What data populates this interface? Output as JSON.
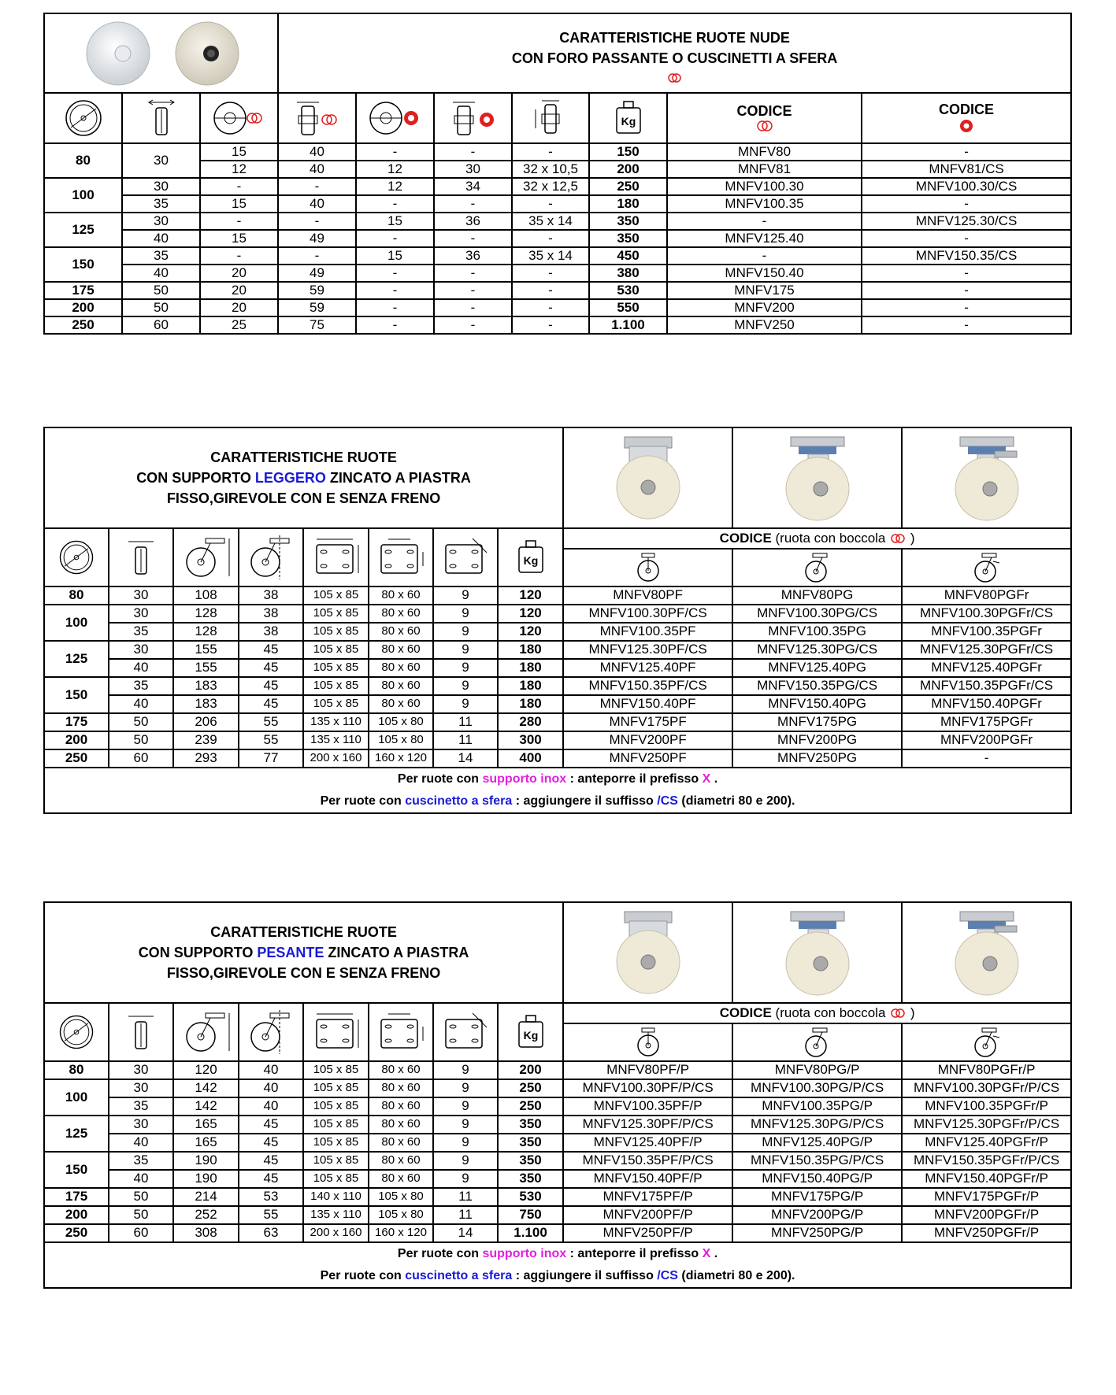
{
  "table1": {
    "title_line1": "CARATTERISTICHE RUOTE NUDE",
    "title_line2": "CON FORO PASSANTE  O CUSCINETTI A SFERA",
    "codice1": "CODICE",
    "codice2": "CODICE",
    "rows": [
      {
        "d": "80",
        "w": "30",
        "c1": "15",
        "c2": "40",
        "c3": "-",
        "c4": "-",
        "c5": "-",
        "kg": "150",
        "code1": "MNFV80",
        "code2": "-"
      },
      {
        "d": "",
        "w": "",
        "c1": "12",
        "c2": "40",
        "c3": "12",
        "c4": "30",
        "c5": "32 x 10,5",
        "kg": "200",
        "code1": "MNFV81",
        "code2": "MNFV81/CS"
      },
      {
        "d": "100",
        "w": "30",
        "c1": "-",
        "c2": "-",
        "c3": "12",
        "c4": "34",
        "c5": "32 x 12,5",
        "kg": "250",
        "code1": "MNFV100.30",
        "code2": "MNFV100.30/CS"
      },
      {
        "d": "",
        "w": "35",
        "c1": "15",
        "c2": "40",
        "c3": "-",
        "c4": "-",
        "c5": "-",
        "kg": "180",
        "code1": "MNFV100.35",
        "code2": "-"
      },
      {
        "d": "125",
        "w": "30",
        "c1": "-",
        "c2": "-",
        "c3": "15",
        "c4": "36",
        "c5": "35 x 14",
        "kg": "350",
        "code1": "-",
        "code2": "MNFV125.30/CS"
      },
      {
        "d": "",
        "w": "40",
        "c1": "15",
        "c2": "49",
        "c3": "-",
        "c4": "-",
        "c5": "-",
        "kg": "350",
        "code1": "MNFV125.40",
        "code2": "-"
      },
      {
        "d": "150",
        "w": "35",
        "c1": "-",
        "c2": "-",
        "c3": "15",
        "c4": "36",
        "c5": "35 x 14",
        "kg": "450",
        "code1": "-",
        "code2": "MNFV150.35/CS"
      },
      {
        "d": "",
        "w": "40",
        "c1": "20",
        "c2": "49",
        "c3": "-",
        "c4": "-",
        "c5": "-",
        "kg": "380",
        "code1": "MNFV150.40",
        "code2": "-"
      },
      {
        "d": "175",
        "w": "50",
        "c1": "20",
        "c2": "59",
        "c3": "-",
        "c4": "-",
        "c5": "-",
        "kg": "530",
        "code1": "MNFV175",
        "code2": "-"
      },
      {
        "d": "200",
        "w": "50",
        "c1": "20",
        "c2": "59",
        "c3": "-",
        "c4": "-",
        "c5": "-",
        "kg": "550",
        "code1": "MNFV200",
        "code2": "-"
      },
      {
        "d": "250",
        "w": "60",
        "c1": "25",
        "c2": "75",
        "c3": "-",
        "c4": "-",
        "c5": "-",
        "kg": "1.100",
        "code1": "MNFV250",
        "code2": "-"
      }
    ]
  },
  "table2": {
    "title_line1": "CARATTERISTICHE RUOTE",
    "title_line2_a": "CON SUPPORTO  ",
    "title_line2_b": "LEGGERO",
    "title_line2_c": " ZINCATO A PIASTRA",
    "title_line3": "FISSO,GIREVOLE CON E SENZA FRENO",
    "codice_label": "CODICE",
    "codice_note": " (ruota con boccola ",
    "codice_close": " )",
    "rows": [
      {
        "d": "80",
        "w": "30",
        "h": "108",
        "o": "38",
        "p": "105 x 85",
        "f": "80 x 60",
        "s": "9",
        "kg": "120",
        "c1": "MNFV80PF",
        "c2": "MNFV80PG",
        "c3": "MNFV80PGFr"
      },
      {
        "d": "100",
        "w": "30",
        "h": "128",
        "o": "38",
        "p": "105 x 85",
        "f": "80 x 60",
        "s": "9",
        "kg": "120",
        "c1": "MNFV100.30PF/CS",
        "c2": "MNFV100.30PG/CS",
        "c3": "MNFV100.30PGFr/CS"
      },
      {
        "d": "",
        "w": "35",
        "h": "128",
        "o": "38",
        "p": "105 x 85",
        "f": "80 x 60",
        "s": "9",
        "kg": "120",
        "c1": "MNFV100.35PF",
        "c2": "MNFV100.35PG",
        "c3": "MNFV100.35PGFr"
      },
      {
        "d": "125",
        "w": "30",
        "h": "155",
        "o": "45",
        "p": "105 x 85",
        "f": "80 x 60",
        "s": "9",
        "kg": "180",
        "c1": "MNFV125.30PF/CS",
        "c2": "MNFV125.30PG/CS",
        "c3": "MNFV125.30PGFr/CS"
      },
      {
        "d": "",
        "w": "40",
        "h": "155",
        "o": "45",
        "p": "105 x 85",
        "f": "80 x 60",
        "s": "9",
        "kg": "180",
        "c1": "MNFV125.40PF",
        "c2": "MNFV125.40PG",
        "c3": "MNFV125.40PGFr"
      },
      {
        "d": "150",
        "w": "35",
        "h": "183",
        "o": "45",
        "p": "105 x 85",
        "f": "80 x 60",
        "s": "9",
        "kg": "180",
        "c1": "MNFV150.35PF/CS",
        "c2": "MNFV150.35PG/CS",
        "c3": "MNFV150.35PGFr/CS"
      },
      {
        "d": "",
        "w": "40",
        "h": "183",
        "o": "45",
        "p": "105 x 85",
        "f": "80 x 60",
        "s": "9",
        "kg": "180",
        "c1": "MNFV150.40PF",
        "c2": "MNFV150.40PG",
        "c3": "MNFV150.40PGFr"
      },
      {
        "d": "175",
        "w": "50",
        "h": "206",
        "o": "55",
        "p": "135 x 110",
        "f": "105 x 80",
        "s": "11",
        "kg": "280",
        "c1": "MNFV175PF",
        "c2": "MNFV175PG",
        "c3": "MNFV175PGFr"
      },
      {
        "d": "200",
        "w": "50",
        "h": "239",
        "o": "55",
        "p": "135 x 110",
        "f": "105 x 80",
        "s": "11",
        "kg": "300",
        "c1": "MNFV200PF",
        "c2": "MNFV200PG",
        "c3": "MNFV200PGFr"
      },
      {
        "d": "250",
        "w": "60",
        "h": "293",
        "o": "77",
        "p": "200 x 160",
        "f": "160 x 120",
        "s": "14",
        "kg": "400",
        "c1": "MNFV250PF",
        "c2": "MNFV250PG",
        "c3": "-"
      }
    ],
    "note1_a": "Per ruote con ",
    "note1_b": "supporto inox",
    "note1_c": " : anteporre il prefisso ",
    "note1_d": "X",
    "note1_e": " .",
    "note2_a": "Per ruote con ",
    "note2_b": "cuscinetto a sfera",
    "note2_c": " : aggiungere il suffisso ",
    "note2_d": "/CS",
    "note2_e": " (diametri 80 e 200)."
  },
  "table3": {
    "title_line1": "CARATTERISTICHE RUOTE",
    "title_line2_a": "CON SUPPORTO  ",
    "title_line2_b": "PESANTE",
    "title_line2_c": " ZINCATO A PIASTRA",
    "title_line3": "FISSO,GIREVOLE CON E SENZA FRENO",
    "codice_label": "CODICE",
    "codice_note": " (ruota con boccola ",
    "codice_close": " )",
    "rows": [
      {
        "d": "80",
        "w": "30",
        "h": "120",
        "o": "40",
        "p": "105 x 85",
        "f": "80 x 60",
        "s": "9",
        "kg": "200",
        "c1": "MNFV80PF/P",
        "c2": "MNFV80PG/P",
        "c3": "MNFV80PGFr/P"
      },
      {
        "d": "100",
        "w": "30",
        "h": "142",
        "o": "40",
        "p": "105 x 85",
        "f": "80 x 60",
        "s": "9",
        "kg": "250",
        "c1": "MNFV100.30PF/P/CS",
        "c2": "MNFV100.30PG/P/CS",
        "c3": "MNFV100.30PGFr/P/CS"
      },
      {
        "d": "",
        "w": "35",
        "h": "142",
        "o": "40",
        "p": "105 x 85",
        "f": "80 x 60",
        "s": "9",
        "kg": "250",
        "c1": "MNFV100.35PF/P",
        "c2": "MNFV100.35PG/P",
        "c3": "MNFV100.35PGFr/P"
      },
      {
        "d": "125",
        "w": "30",
        "h": "165",
        "o": "45",
        "p": "105 x 85",
        "f": "80 x 60",
        "s": "9",
        "kg": "350",
        "c1": "MNFV125.30PF/P/CS",
        "c2": "MNFV125.30PG/P/CS",
        "c3": "MNFV125.30PGFr/P/CS"
      },
      {
        "d": "",
        "w": "40",
        "h": "165",
        "o": "45",
        "p": "105 x 85",
        "f": "80 x 60",
        "s": "9",
        "kg": "350",
        "c1": "MNFV125.40PF/P",
        "c2": "MNFV125.40PG/P",
        "c3": "MNFV125.40PGFr/P"
      },
      {
        "d": "150",
        "w": "35",
        "h": "190",
        "o": "45",
        "p": "105 x 85",
        "f": "80 x 60",
        "s": "9",
        "kg": "350",
        "c1": "MNFV150.35PF/P/CS",
        "c2": "MNFV150.35PG/P/CS",
        "c3": "MNFV150.35PGFr/P/CS"
      },
      {
        "d": "",
        "w": "40",
        "h": "190",
        "o": "45",
        "p": "105 x 85",
        "f": "80 x 60",
        "s": "9",
        "kg": "350",
        "c1": "MNFV150.40PF/P",
        "c2": "MNFV150.40PG/P",
        "c3": "MNFV150.40PGFr/P"
      },
      {
        "d": "175",
        "w": "50",
        "h": "214",
        "o": "53",
        "p": "140 x 110",
        "f": "105 x 80",
        "s": "11",
        "kg": "530",
        "c1": "MNFV175PF/P",
        "c2": "MNFV175PG/P",
        "c3": "MNFV175PGFr/P"
      },
      {
        "d": "200",
        "w": "50",
        "h": "252",
        "o": "55",
        "p": "135 x 110",
        "f": "105 x 80",
        "s": "11",
        "kg": "750",
        "c1": "MNFV200PF/P",
        "c2": "MNFV200PG/P",
        "c3": "MNFV200PGFr/P"
      },
      {
        "d": "250",
        "w": "60",
        "h": "308",
        "o": "63",
        "p": "200 x 160",
        "f": "160 x 120",
        "s": "14",
        "kg": "1.100",
        "c1": "MNFV250PF/P",
        "c2": "MNFV250PG/P",
        "c3": "MNFV250PGFr/P"
      }
    ],
    "note1_a": "Per ruote con ",
    "note1_b": "supporto inox",
    "note1_c": " : anteporre il prefisso ",
    "note1_d": "X",
    "note1_e": " .",
    "note2_a": "Per ruote con ",
    "note2_b": "cuscinetto a sfera",
    "note2_c": " : aggiungere il suffisso ",
    "note2_d": "/CS",
    "note2_e": " (diametri 80 e 200)."
  },
  "icons": {
    "kg_label": "Kg"
  },
  "colors": {
    "blue": "#1a1ad6",
    "magenta": "#e020e0",
    "bushing_red": "#e02020"
  }
}
